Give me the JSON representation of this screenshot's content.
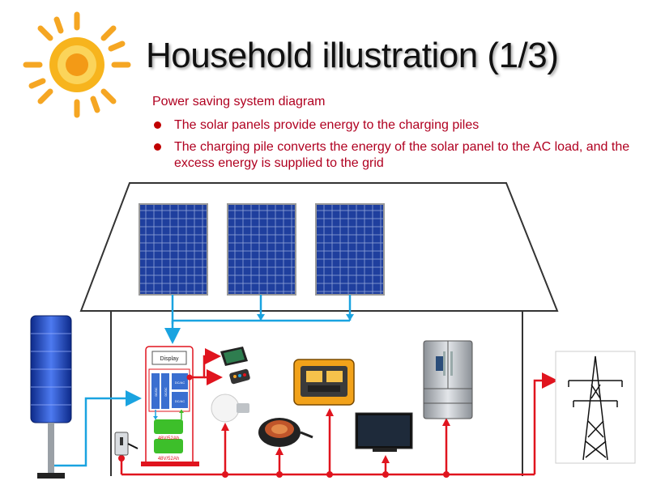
{
  "title": "Household illustration (1/3)",
  "subtitle": "Power saving system diagram",
  "bullets": [
    "The solar panels provide energy to the charging piles",
    "The charging pile converts the energy of the solar panel to the AC load, and the excess energy is supplied to the grid"
  ],
  "device": {
    "display_label": "Display",
    "module_labels": [
      "DC/DC",
      "DC/DC",
      "DC/AC",
      "DC/AC"
    ],
    "battery_labels": [
      "48V/52Ah",
      "48V/52Ah"
    ]
  },
  "colors": {
    "dc_line": "#1aa3e0",
    "ac_line": "#e0141e",
    "panel": "#1f3f9e",
    "title_text": "#111111",
    "bullet_text": "#b00020"
  },
  "icons": [
    "sun-icon",
    "solar-panel-icon",
    "wind-turbine-icon",
    "tablet-icon",
    "remote-icon",
    "light-bulb-icon",
    "generator-icon",
    "induction-cooker-icon",
    "television-icon",
    "refrigerator-icon",
    "power-tower-icon",
    "wall-socket-icon"
  ]
}
